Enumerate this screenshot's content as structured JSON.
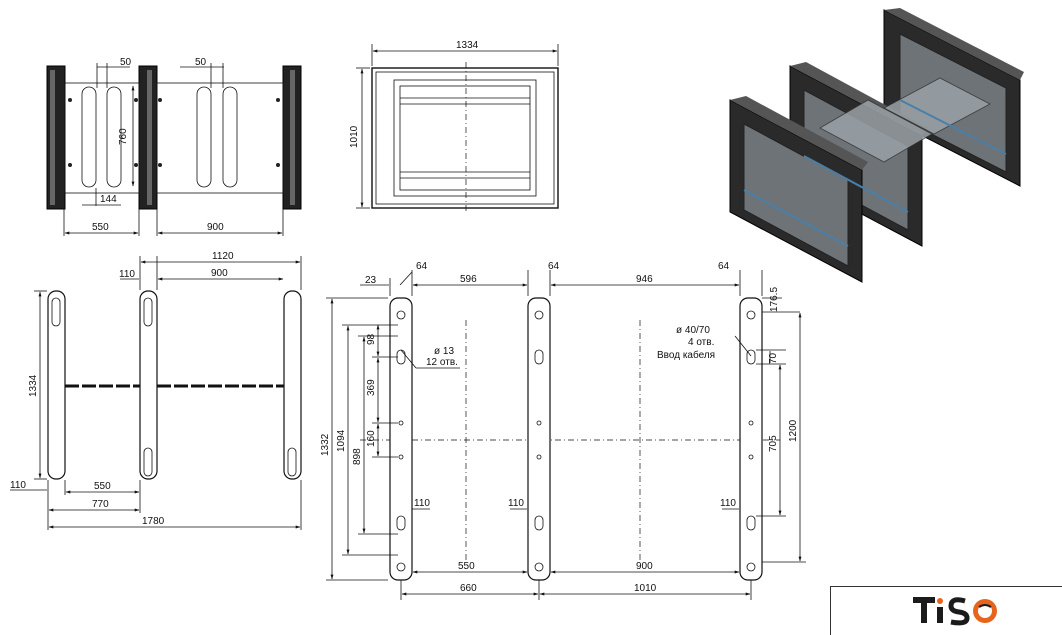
{
  "colors": {
    "line": "#111111",
    "glass": "#6d7377",
    "frame": "#2a2a2a",
    "logo_dark": "#1b1b1b",
    "logo_accent": "#e8641b"
  },
  "front_view": {
    "d_50a": "50",
    "d_50b": "50",
    "d_760": "760",
    "d_144": "144",
    "d_550": "550",
    "d_900": "900"
  },
  "side_view": {
    "d_1334": "1334",
    "d_1010": "1010"
  },
  "plan_view": {
    "d_1120": "1120",
    "d_110_top": "110",
    "d_900": "900",
    "d_1334": "1334",
    "d_110_left": "110",
    "d_550": "550",
    "d_770": "770",
    "d_1780": "1780"
  },
  "base_view": {
    "d_23": "23",
    "d_64a": "64",
    "d_596": "596",
    "d_64b": "64",
    "d_946": "946",
    "d_64c": "64",
    "d_176_5": "176.5",
    "d_98": "98",
    "d_369": "369",
    "d_160": "160",
    "d_898": "898",
    "d_1094": "1094",
    "d_1332": "1332",
    "hole_label": "ø 13",
    "hole_count": "12 отв.",
    "cable_label": "ø 40/70",
    "cable_count": "4 отв.",
    "cable_note": "Ввод кабеля",
    "d_70": "70",
    "d_705": "705",
    "d_1200": "1200",
    "d_110a": "110",
    "d_110b": "110",
    "d_110c": "110",
    "d_550": "550",
    "d_900": "900",
    "d_660": "660",
    "d_1010": "1010"
  },
  "logo": {
    "icon": "tiso-logo"
  }
}
